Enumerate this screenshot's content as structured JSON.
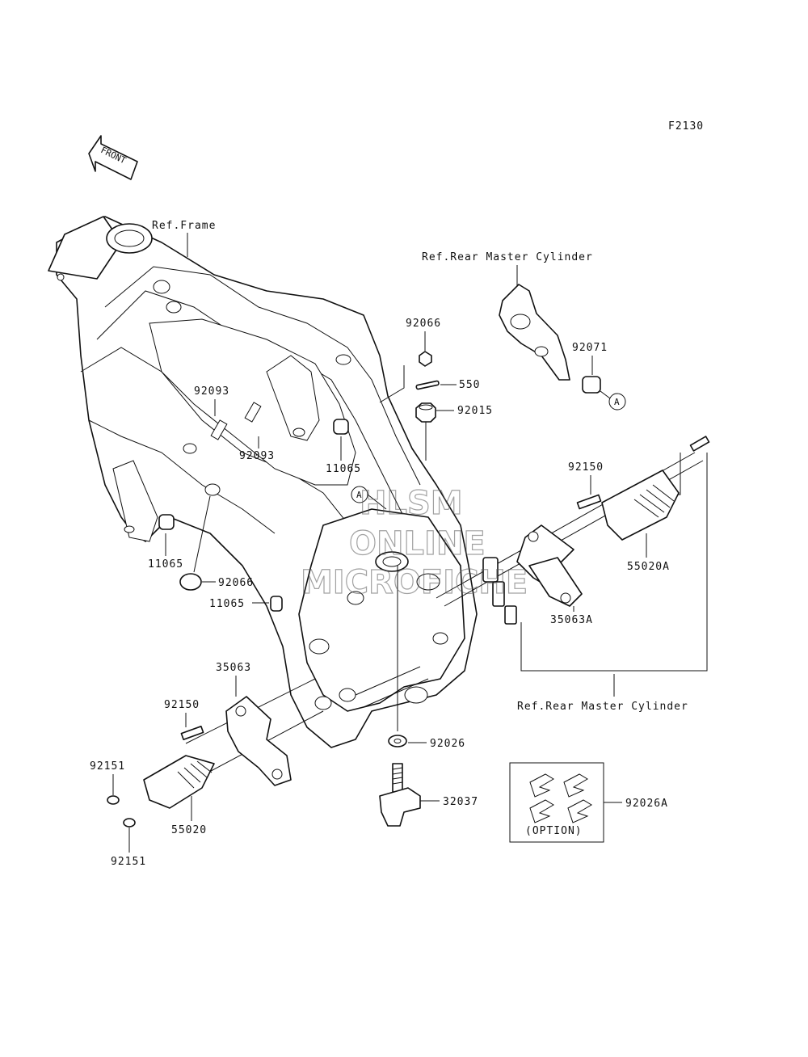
{
  "code": "F2130",
  "front": "FRONT",
  "refs": {
    "frame": "Ref.Frame",
    "rmc_top": "Ref.Rear Master Cylinder",
    "rmc_bottom": "Ref.Rear Master Cylinder"
  },
  "callout_a": "A",
  "option": "(OPTION)",
  "parts": {
    "p92066_top": "92066",
    "p550": "550",
    "p92015": "92015",
    "p92071": "92071",
    "p92093_a": "92093",
    "p92093_b": "92093",
    "p11065_a": "11065",
    "p11065_b": "11065",
    "p11065_c": "11065",
    "p92066_bottom": "92066",
    "p92150_right": "92150",
    "p55020A": "55020A",
    "p35063A": "35063A",
    "p35063": "35063",
    "p92150_left": "92150",
    "p92151_a": "92151",
    "p92151_b": "92151",
    "p55020": "55020",
    "p92026": "92026",
    "p32037": "32037",
    "p92026A": "92026A"
  },
  "watermark": [
    "HLSM",
    "ONLINE",
    "MICROFICHE"
  ]
}
